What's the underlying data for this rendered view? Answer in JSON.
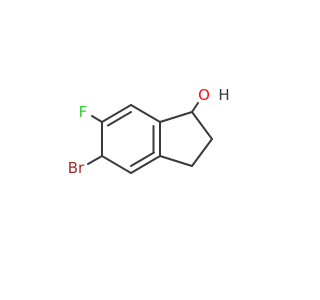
{
  "molecule": {
    "atoms": {
      "oxygen": {
        "symbol": "O",
        "color": "#ff0d0d"
      },
      "hydrogen": {
        "symbol": "H",
        "color": "#3a3a3a"
      },
      "fluorine": {
        "symbol": "F",
        "color": "#33cc33"
      },
      "bromine": {
        "symbol": "Br",
        "color": "#a62929"
      }
    },
    "bond_color": "#3a3a3a"
  }
}
